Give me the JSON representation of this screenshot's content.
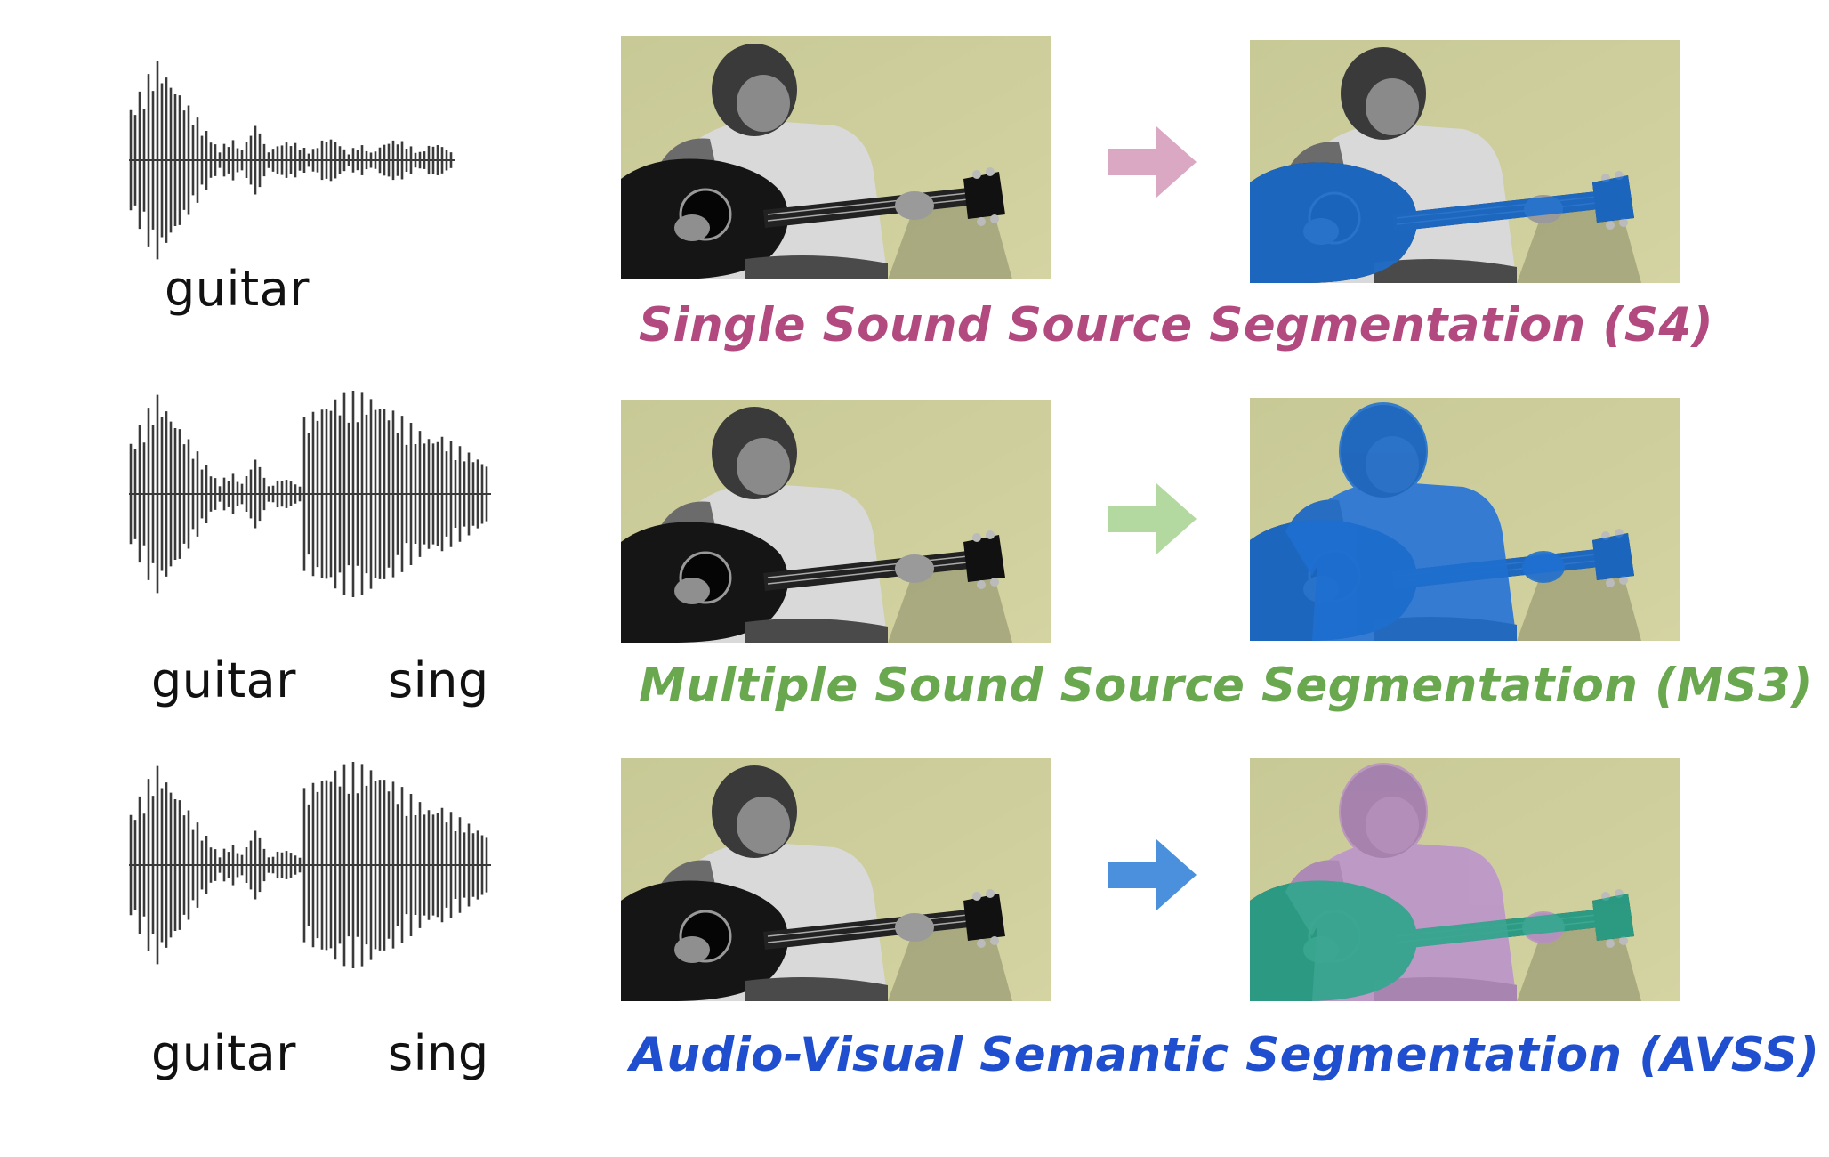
{
  "rows": [
    {
      "audio_labels": [
        "guitar"
      ],
      "task_title": "Single Sound Source Segmentation (S4)",
      "title_color": "#b24a80",
      "arrow_color": "#dba8c3",
      "mask": "guitar-only",
      "mask_colors": {
        "guitar": "#1e6fd0"
      }
    },
    {
      "audio_labels": [
        "guitar",
        "sing"
      ],
      "task_title": "Multiple Sound Source Segmentation (MS3)",
      "title_color": "#6aa84f",
      "arrow_color": "#b4d9a0",
      "mask": "guitar-and-person",
      "mask_colors": {
        "guitar": "#1e6fd0",
        "person": "#1e6fd0"
      }
    },
    {
      "audio_labels": [
        "guitar",
        "sing"
      ],
      "task_title": "Audio-Visual Semantic Segmentation (AVSS)",
      "title_color": "#1f4fcf",
      "arrow_color": "#4a90dc",
      "mask": "semantic",
      "mask_colors": {
        "guitar": "#2fa98e",
        "person": "#b98fc2"
      }
    }
  ]
}
